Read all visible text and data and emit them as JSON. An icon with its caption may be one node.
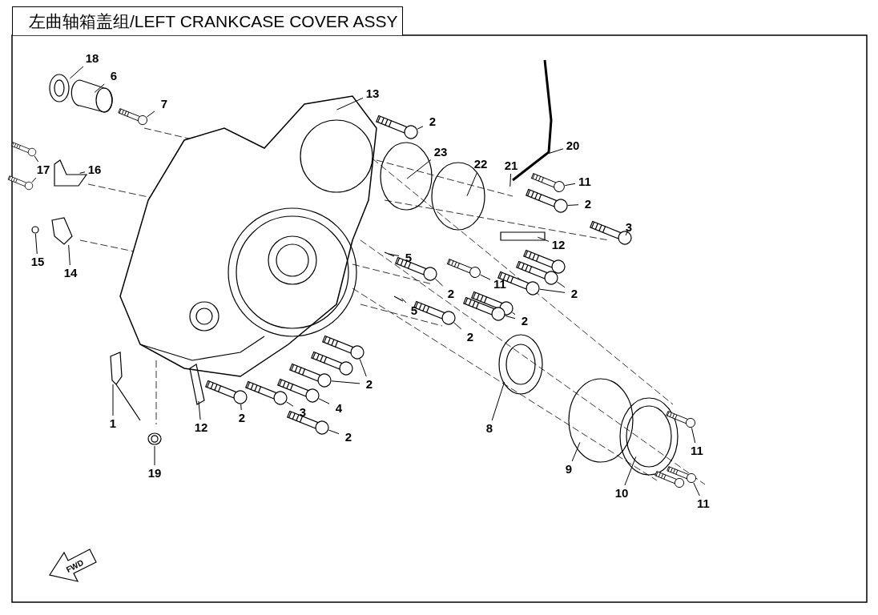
{
  "diagram": {
    "title": "左曲轴箱盖组/LEFT CRANKCASE COVER ASSY",
    "nodes": [
      {
        "text": [
          "18"
        ]
      },
      {
        "text": [
          "6"
        ]
      },
      {
        "text": [
          "7"
        ]
      },
      {
        "text": [
          "13"
        ]
      },
      {
        "text": [
          "2"
        ]
      },
      {
        "text": [
          "23"
        ]
      },
      {
        "text": [
          "20"
        ]
      },
      {
        "text": [
          "22"
        ]
      },
      {
        "text": [
          "21"
        ]
      },
      {
        "text": [
          "11"
        ]
      },
      {
        "text": [
          "2"
        ]
      },
      {
        "text": [
          "17"
        ]
      },
      {
        "text": [
          "16"
        ]
      },
      {
        "text": [
          "3"
        ]
      },
      {
        "text": [
          "15"
        ]
      },
      {
        "text": [
          "14"
        ]
      },
      {
        "text": [
          "12"
        ]
      },
      {
        "text": [
          "5"
        ]
      },
      {
        "text": [
          "11"
        ]
      },
      {
        "text": [
          "2"
        ]
      },
      {
        "text": [
          "2"
        ]
      },
      {
        "text": [
          "5"
        ]
      },
      {
        "text": [
          "2"
        ]
      },
      {
        "text": [
          "2"
        ]
      },
      {
        "text": [
          "2"
        ]
      },
      {
        "text": [
          "3"
        ]
      },
      {
        "text": [
          "4"
        ]
      },
      {
        "text": [
          "2"
        ]
      },
      {
        "text": [
          "2"
        ]
      },
      {
        "text": [
          "1"
        ]
      },
      {
        "text": [
          "12"
        ]
      },
      {
        "text": [
          "19"
        ]
      },
      {
        "text": [
          "8"
        ]
      },
      {
        "text": [
          "9"
        ]
      },
      {
        "text": [
          "10"
        ]
      },
      {
        "text": [
          "11"
        ]
      },
      {
        "text": [
          "11"
        ]
      },
      {
        "text": [],
        "shape": "picture"
      },
      {
        "text": [],
        "shape": "picture"
      },
      {
        "text": [],
        "shape": "picture"
      },
      {
        "text": [],
        "shape": "picture"
      },
      {
        "text": [],
        "shape": "picture"
      },
      {
        "text": [],
        "shape": "picture"
      },
      {
        "text": [],
        "shape": "picture"
      },
      {
        "text": [],
        "shape": "picture"
      },
      {
        "text": [],
        "shape": "picture"
      },
      {
        "text": [],
        "shape": "picture"
      },
      {
        "text": [],
        "shape": "picture"
      },
      {
        "text": [],
        "shape": "picture"
      },
      {
        "text": [],
        "shape": "picture"
      },
      {
        "text": [],
        "shape": "picture"
      },
      {
        "text": [],
        "shape": "picture"
      },
      {
        "text": [],
        "shape": "picture"
      },
      {
        "text": [],
        "shape": "picture"
      },
      {
        "text": [],
        "shape": "picture"
      },
      {
        "text": [],
        "shape": "picture"
      },
      {
        "text": [],
        "shape": "picture"
      },
      {
        "text": [],
        "shape": "picture"
      },
      {
        "text": [],
        "shape": "picture"
      },
      {
        "text": [],
        "shape": "picture"
      },
      {
        "text": [],
        "shape": "picture"
      },
      {
        "text": [],
        "shape": "picture"
      },
      {
        "text": [],
        "shape": "circle"
      },
      {
        "text": [],
        "shape": "circle"
      },
      {
        "text": [],
        "shape": "circle"
      },
      {
        "text": [],
        "shape": "bar"
      },
      {
        "text": [],
        "shape": "bar"
      }
    ],
    "edges": [
      {
        "from": 0,
        "to": 62,
        "arrow": "none"
      },
      {
        "from": 1,
        "to": null,
        "arrow": "none"
      },
      {
        "from": 2,
        "to": 37,
        "arrow": "none"
      },
      {
        "from": 3,
        "to": null,
        "arrow": "none"
      },
      {
        "from": 4,
        "to": 38,
        "arrow": "none"
      },
      {
        "from": 5,
        "to": null,
        "arrow": "none"
      },
      {
        "from": 6,
        "to": null,
        "arrow": "none"
      },
      {
        "from": 7,
        "to": null,
        "arrow": "none"
      },
      {
        "from": 8,
        "to": null,
        "arrow": "none"
      },
      {
        "from": 9,
        "to": 39,
        "arrow": "none"
      },
      {
        "from": 10,
        "to": 40,
        "arrow": "none"
      },
      {
        "from": 11,
        "to": 57,
        "arrow": "none"
      },
      {
        "from": 11,
        "to": 58,
        "arrow": "none"
      },
      {
        "from": 12,
        "to": 66,
        "arrow": "none"
      },
      {
        "from": 13,
        "to": 41,
        "arrow": "none"
      },
      {
        "from": 14,
        "to": 63,
        "arrow": "none"
      },
      {
        "from": 15,
        "to": null,
        "arrow": "none"
      },
      {
        "from": 16,
        "to": null,
        "arrow": "none"
      },
      {
        "from": 17,
        "to": null,
        "arrow": "none"
      },
      {
        "from": 18,
        "to": 49,
        "arrow": "none"
      },
      {
        "from": 19,
        "to": 42,
        "arrow": "none"
      },
      {
        "from": 20,
        "to": 46,
        "arrow": "none"
      },
      {
        "from": 20,
        "to": 47,
        "arrow": "none"
      },
      {
        "from": 21,
        "to": null,
        "arrow": "none"
      },
      {
        "from": 22,
        "to": 43,
        "arrow": "none"
      },
      {
        "from": 23,
        "to": 44,
        "arrow": "none"
      },
      {
        "from": 23,
        "to": 45,
        "arrow": "none"
      },
      {
        "from": 24,
        "to": 50,
        "arrow": "none"
      },
      {
        "from": 24,
        "to": 52,
        "arrow": "none"
      },
      {
        "from": 25,
        "to": 54,
        "arrow": "none"
      },
      {
        "from": 26,
        "to": 55,
        "arrow": "none"
      },
      {
        "from": 27,
        "to": 53,
        "arrow": "none"
      },
      {
        "from": 28,
        "to": 56,
        "arrow": "none"
      },
      {
        "from": 29,
        "to": null,
        "arrow": "none"
      },
      {
        "from": 30,
        "to": 65,
        "arrow": "none"
      },
      {
        "from": 31,
        "to": 64,
        "arrow": "none"
      },
      {
        "from": 32,
        "to": null,
        "arrow": "none"
      },
      {
        "from": 33,
        "to": null,
        "arrow": "none"
      },
      {
        "from": 34,
        "to": null,
        "arrow": "none"
      },
      {
        "from": 35,
        "to": 59,
        "arrow": "none"
      },
      {
        "from": 36,
        "to": 60,
        "arrow": "none"
      }
    ],
    "labels": [
      "FWD"
    ]
  }
}
